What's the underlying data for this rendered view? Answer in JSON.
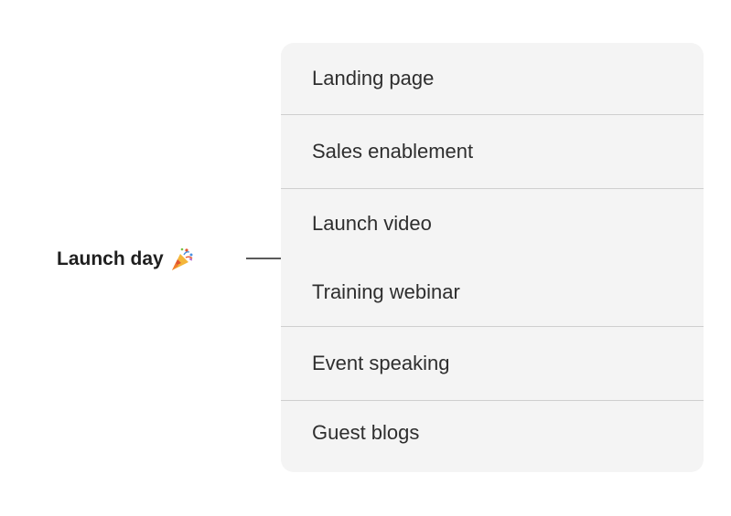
{
  "launch": {
    "label": "Launch day",
    "icon": "party-popper-icon"
  },
  "items": [
    {
      "label": "Landing page"
    },
    {
      "label": "Sales enablement"
    },
    {
      "label": "Launch video"
    },
    {
      "label": "Training webinar"
    },
    {
      "label": "Event speaking"
    },
    {
      "label": "Guest blogs"
    }
  ],
  "colors": {
    "panel_background": "#f4f4f4",
    "divider": "#cfcfcf",
    "launch_line": "#5a5a5a",
    "text": "#2e2e2e"
  }
}
